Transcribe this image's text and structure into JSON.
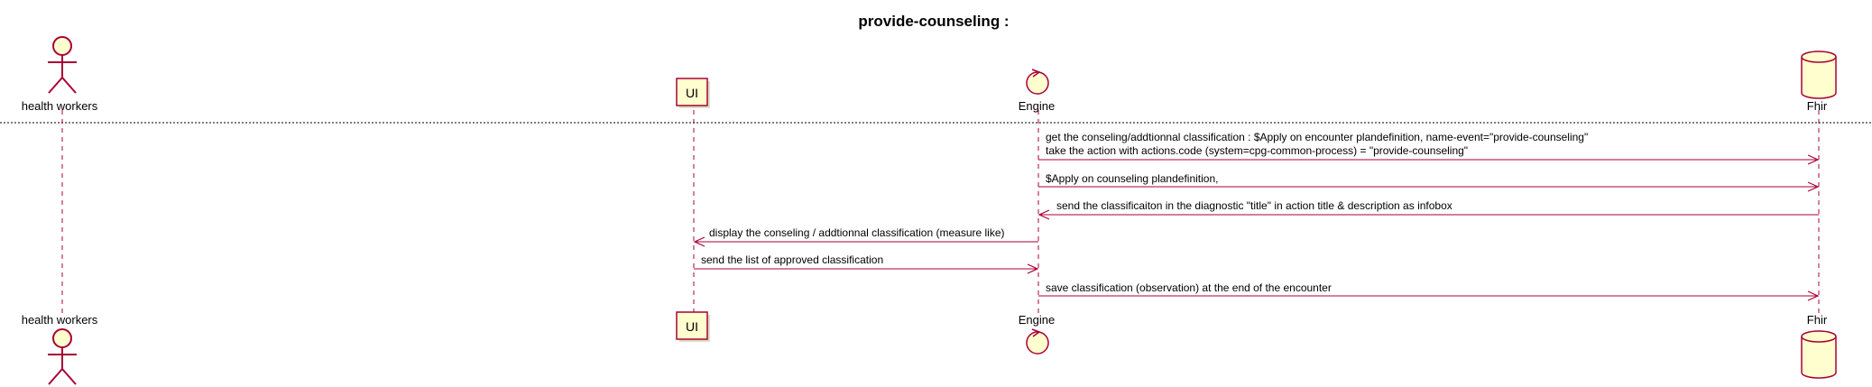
{
  "diagram": {
    "title": "provide-counseling :",
    "participants": [
      {
        "id": "hw",
        "label": "health workers",
        "type": "actor",
        "icon": "actor-icon"
      },
      {
        "id": "ui",
        "label": "UI",
        "type": "participant",
        "icon": "box-icon"
      },
      {
        "id": "engine",
        "label": "Engine",
        "type": "control",
        "icon": "control-icon"
      },
      {
        "id": "fhir",
        "label": "Fhir",
        "type": "database",
        "icon": "database-icon"
      }
    ],
    "messages": [
      {
        "from": "engine",
        "to": "fhir",
        "lines": [
          "get the conseling/addtionnal classification : $Apply on encounter plandefinition, name-event=\"provide-counseling\"",
          "take the action with  actions.code (system=cpg-common-process) =  \"provide-counseling\""
        ]
      },
      {
        "from": "engine",
        "to": "fhir",
        "lines": [
          "$Apply on counseling plandefinition,"
        ]
      },
      {
        "from": "fhir",
        "to": "engine",
        "lines": [
          "send the classificaiton in the diagnostic \"title\" in action title & description as infobox"
        ]
      },
      {
        "from": "engine",
        "to": "ui",
        "lines": [
          "display the conseling / addtionnal classification (measure like)"
        ]
      },
      {
        "from": "ui",
        "to": "engine",
        "lines": [
          "send the list of approved classification"
        ]
      },
      {
        "from": "engine",
        "to": "fhir",
        "lines": [
          "save classification (observation) at the end of the encounter"
        ]
      }
    ],
    "colors": {
      "line": "#A80036",
      "fill": "#FEFECE",
      "divider": "#000000"
    }
  }
}
